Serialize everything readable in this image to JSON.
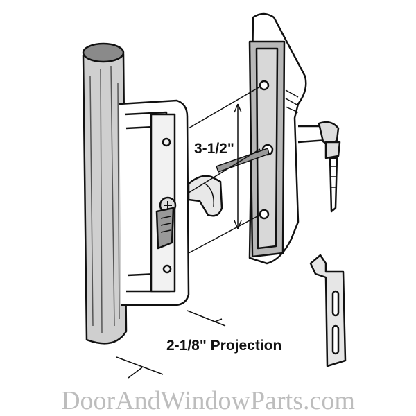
{
  "diagram": {
    "labels": {
      "handle_height": "3-1/2\"",
      "projection": "2-1/8\" Projection"
    },
    "parts": [
      "wood-pull-handle",
      "inside-mounting-plate",
      "latch-lever",
      "outside-handle",
      "keys",
      "keeper-clip"
    ],
    "watermark": "DoorAndWindowParts.com",
    "colors": {
      "line": "#111111",
      "shade": "#9a9a9a",
      "watermark": "#bdbdbd"
    }
  }
}
